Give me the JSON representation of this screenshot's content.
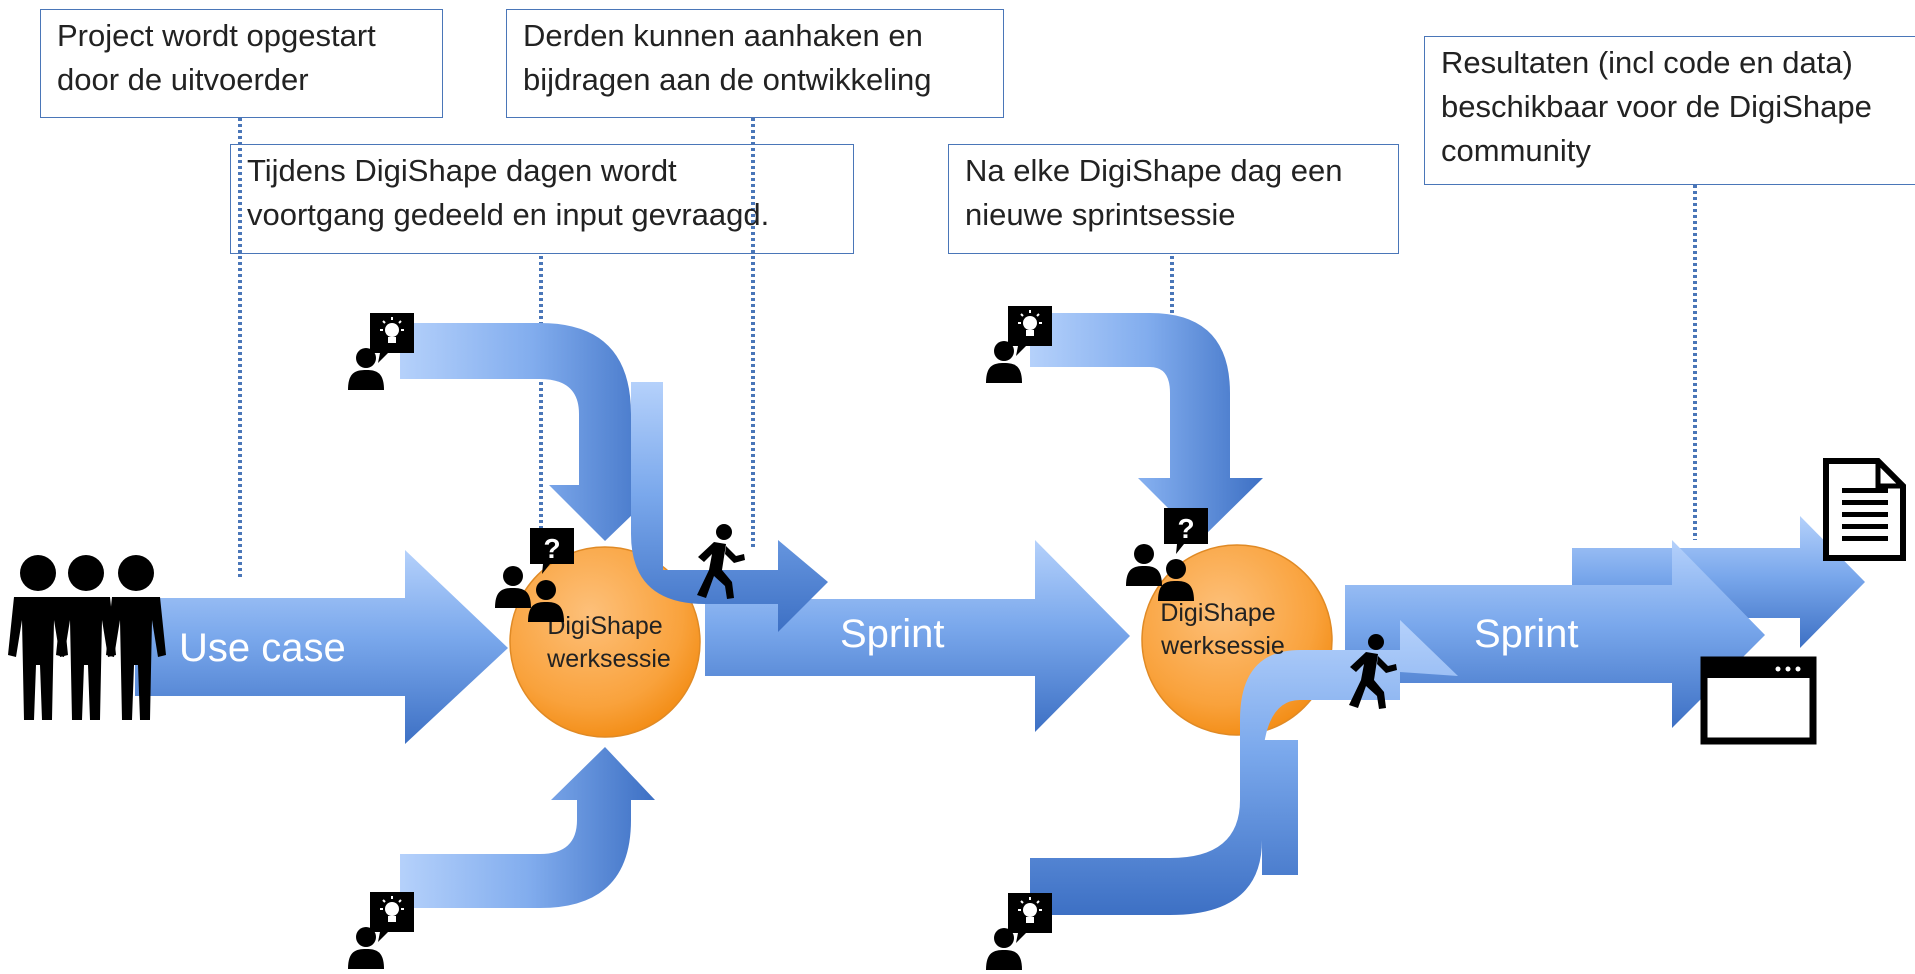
{
  "callouts": {
    "start": [
      "Project wordt opgestart",
      "door de uitvoerder"
    ],
    "third_parties": [
      "Derden kunnen aanhaken en",
      "bijdragen aan de ontwikkeling"
    ],
    "progress": [
      "Tijdens DigiShape dagen wordt",
      "voortgang gedeeld en input gevraagd."
    ],
    "new_sprint": [
      "Na elke DigiShape dag een",
      "nieuwe sprintsessie"
    ],
    "results": [
      "Resultaten (incl code en data)",
      "beschikbaar voor de DigiShape",
      "community"
    ]
  },
  "arrows": {
    "use_case": "Use case",
    "sprint_1": "Sprint",
    "sprint_2": "Sprint"
  },
  "sessions": {
    "session_1": [
      "DigiShape",
      "werksessie"
    ],
    "session_2": [
      "DigiShape",
      "werksessie"
    ]
  },
  "icons": {
    "group": "group-of-people-icon",
    "idea": "person-with-idea-icon",
    "question": "people-with-question-icon",
    "walker": "walking-person-icon",
    "document": "document-icon",
    "app": "application-window-icon"
  },
  "colors": {
    "arrow_light": "#a8c8f8",
    "arrow_dark": "#3f74c8",
    "arrow_text": "#ffffff",
    "circle_light": "#fdc07a",
    "circle_dark": "#f7931e",
    "callout_border": "#4a76b8",
    "connector": "#4a76b8"
  }
}
